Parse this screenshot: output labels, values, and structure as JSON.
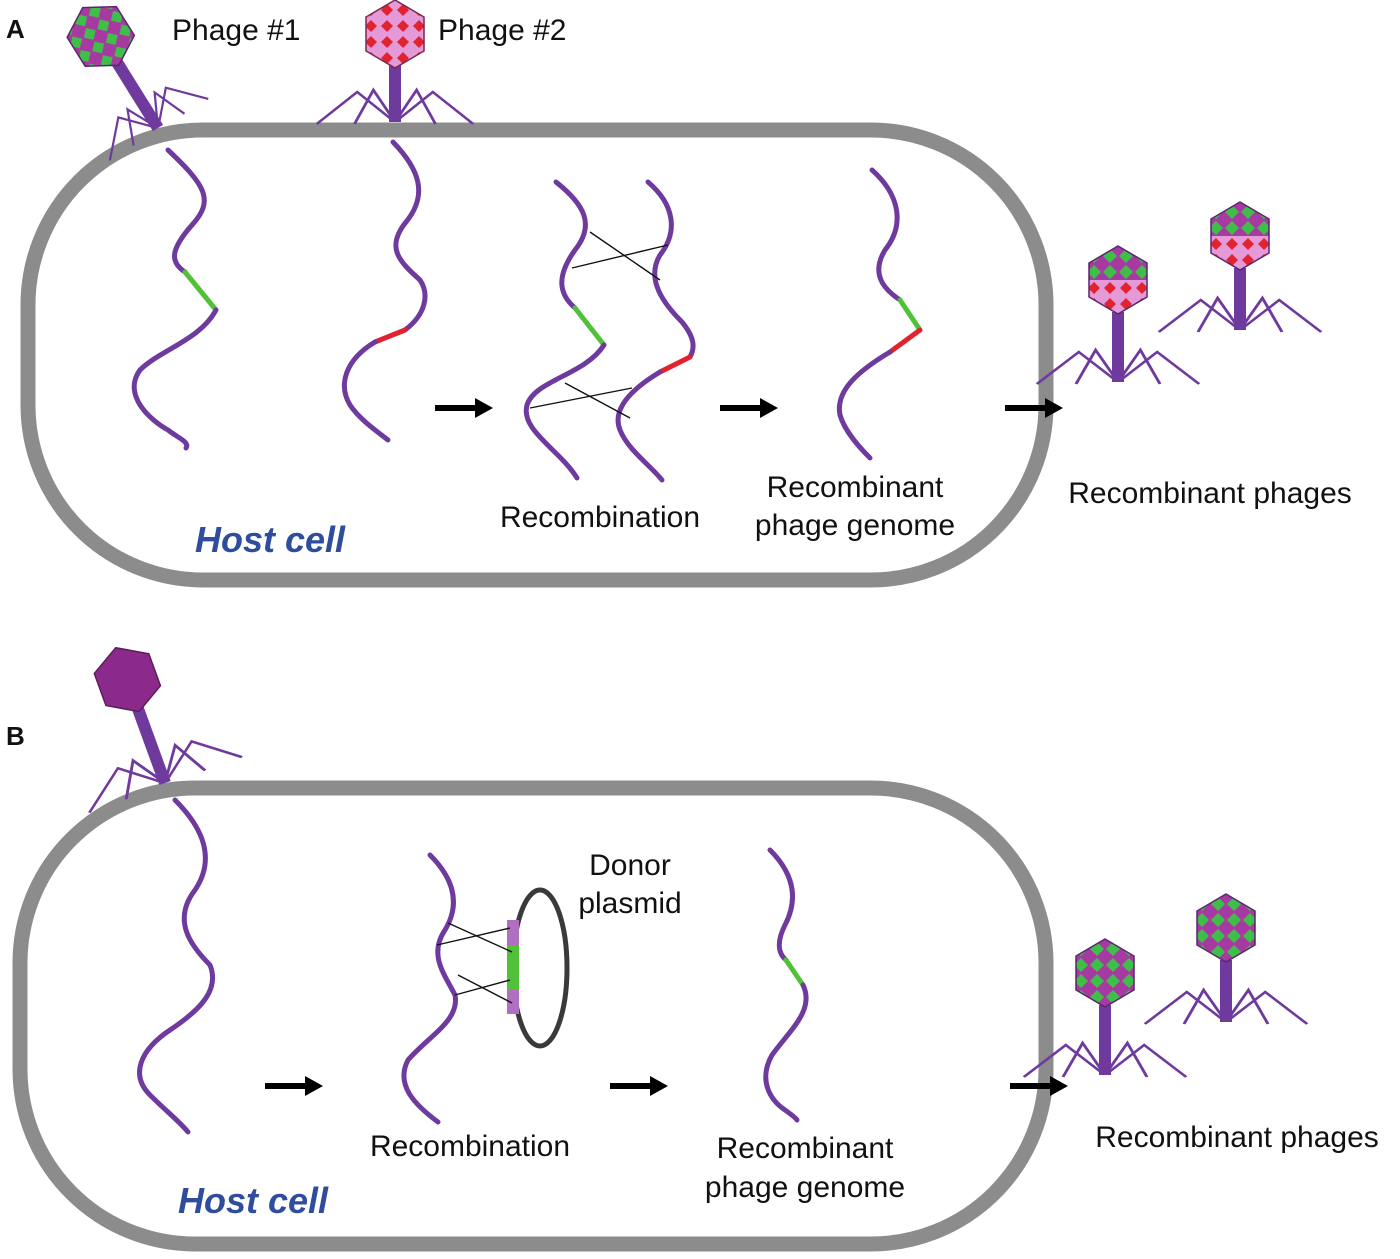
{
  "colors": {
    "cell_wall": "#8c8c8c",
    "dna": "#6f3a9e",
    "marker_green": "#52c13a",
    "marker_red": "#e0232e",
    "host_label": "#2e4d9c",
    "plasmid": "#3a3a3a",
    "capsid_plain": "#8b2a8b"
  },
  "panel_a": {
    "letter": "A",
    "phage1_label": "Phage #1",
    "phage2_label": "Phage #2",
    "host_label": "Host cell",
    "recombination_label": "Recombination",
    "genome_label_line1": "Recombinant",
    "genome_label_line2": "phage genome",
    "output_label": "Recombinant phages"
  },
  "panel_b": {
    "letter": "B",
    "host_label": "Host cell",
    "recombination_label": "Recombination",
    "donor_label_line1": "Donor",
    "donor_label_line2": "plasmid",
    "genome_label_line1": "Recombinant",
    "genome_label_line2": "phage genome",
    "output_label": "Recombinant phages"
  }
}
